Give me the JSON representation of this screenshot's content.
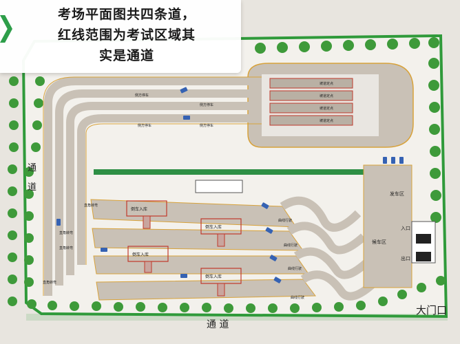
{
  "caption": {
    "line1": "考场平面图共四条道，",
    "line2": "红线范围为考试区域其",
    "line3": "实是通道"
  },
  "map_labels": {
    "road_left_1": "通",
    "road_left_2": "道",
    "road_bottom": "通 道",
    "main_gate": "大门口",
    "exit_area": "发车区",
    "waiting_area": "候车区",
    "entrance": "入口",
    "exit": "出口",
    "parking_in_a": "倒车入库",
    "parking_in_b": "倒车入库",
    "parking_in_c": "倒车入库",
    "parking_in_d": "倒车入库",
    "side_park_a": "侧方停车",
    "side_park_b": "侧方停车",
    "side_park_c": "侧方停车",
    "side_park_d": "侧方停车",
    "curve_a": "曲线行驶",
    "curve_b": "曲线行驶",
    "curve_c": "曲线行驶",
    "curve_d": "曲线行驶",
    "angle_a": "直角转弯",
    "angle_b": "直角转弯",
    "angle_c": "直角转弯",
    "angle_d": "直角转弯",
    "slope_a": "坡道定点",
    "slope_b": "坡道定点",
    "slope_c": "坡道定点",
    "slope_d": "坡道定点"
  }
}
